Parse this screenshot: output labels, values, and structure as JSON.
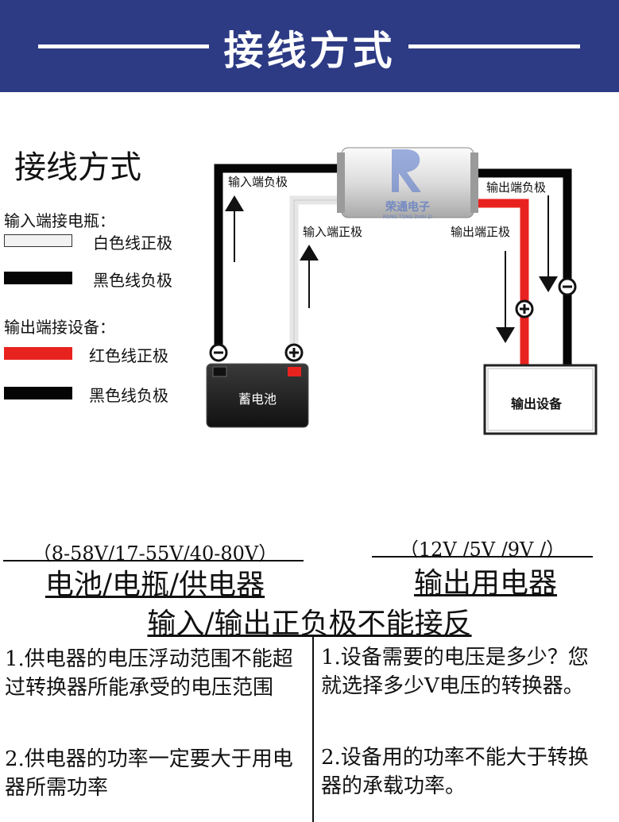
{
  "banner": {
    "title": "接线方式"
  },
  "section_title": "接线方式",
  "legend": {
    "input_heading": "输入端接电瓶：",
    "input_items": [
      {
        "label": "白色线正极",
        "color": "#f2f2f2"
      },
      {
        "label": "黑色线负极",
        "color": "#050505"
      }
    ],
    "output_heading": "输出端接设备：",
    "output_items": [
      {
        "label": "红色线正极",
        "color": "#e8231f"
      },
      {
        "label": "黑色线负极",
        "color": "#050505"
      }
    ]
  },
  "diagram": {
    "module_brand": "荣通电子",
    "module_brand_pinyin": "RONG TONG DIAN ZI",
    "input_negative_label": "输入端负极",
    "input_positive_label": "输入端正极",
    "output_negative_label": "输出端负极",
    "output_positive_label": "输出端正极",
    "battery_label": "蓄电池",
    "device_label": "输出设备",
    "minus_symbol": "−",
    "plus_symbol": "+"
  },
  "specs": {
    "input_range": "（8-58V/17-55V/40-80V）",
    "input_source": "电池/电瓶/供电器",
    "output_range": "（12V /5V /9V /）",
    "output_device": "输出用电器",
    "polarity_warning": "输入/输出正负极不能接反"
  },
  "notes": {
    "left": [
      "1.供电器的电压浮动范围不能超过转换器所能承受的电压范围",
      "2.供电器的功率一定要大于用电器所需功率"
    ],
    "right": [
      "1.设备需要的电压是多少？您就选择多少V电压的转换器。",
      "2.设备用的功率不能大于转换器的承载功率。"
    ]
  },
  "colors": {
    "banner": "#2d3a84",
    "red_wire": "#e8231f",
    "black_wire": "#050505",
    "white_wire": "#f2f2f2"
  }
}
